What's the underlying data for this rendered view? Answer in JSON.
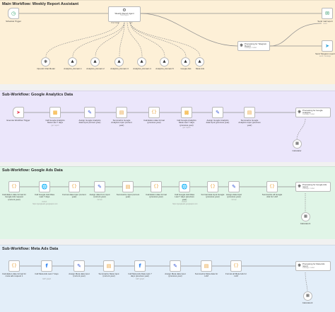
{
  "sections": {
    "main": {
      "title": "Main Workflow: Weekly Report Assistant",
      "bg": "#fdf0d7"
    },
    "ga": {
      "title": "Sub-Workflow: Google Analytics Data",
      "bg": "#ebe6fb"
    },
    "ads": {
      "title": "Sub-Workflow: Google Ads Data",
      "bg": "#e0f5e7"
    },
    "meta": {
      "title": "Sub-Workflow: Meta Ads Data",
      "bg": "#e3eef9"
    }
  },
  "main": {
    "trigger": {
      "label": "Schedule Trigger"
    },
    "agent": {
      "label": "Weekly Report Agent",
      "sub": "Tools Agent",
      "ports": [
        "Chat Model",
        "Tool"
      ]
    },
    "processing": {
      "label": "Processing for Telegram Report",
      "sub": "message: model"
    },
    "gmail": {
      "label": "Send mail report",
      "sub": "send"
    },
    "telegram": {
      "label": "Send Telegram report",
      "sub": "send: message"
    },
    "tools": [
      {
        "label": "OpenAI Chat Model"
      },
      {
        "label": "Analytics_Domain 1"
      },
      {
        "label": "Analytics_Domain 2"
      },
      {
        "label": "Analytics_Domain 3"
      },
      {
        "label": "Analytics_Domain 4"
      },
      {
        "label": "Analytics_Domain 5"
      },
      {
        "label": "Google Ads"
      },
      {
        "label": "Meta Ads"
      }
    ]
  },
  "ga": {
    "nodes": [
      {
        "label": "Execute Workflow Trigger",
        "sub": ""
      },
      {
        "label": "Call Google Analytics Meta Last 7 days",
        "sub": "get: report"
      },
      {
        "label": "Assign Google Analytics data input (current year)",
        "sub": ""
      },
      {
        "label": "Summarize Google Analytics input (current year)",
        "sub": ""
      },
      {
        "label": "Calculation date format (previous year)",
        "sub": ""
      },
      {
        "label": "Call Google Analytics Meta Last 7 days (previous year)",
        "sub": "get: report"
      },
      {
        "label": "Assign Google Analytics data input (previous year)",
        "sub": ""
      },
      {
        "label": "Summarize Google Analytics input (previous year)",
        "sub": ""
      }
    ],
    "processing": {
      "label": "Processing for Google Analytics",
      "sub": "message: model"
    },
    "calculator": {
      "label": "Calculator"
    }
  },
  "ads": {
    "nodes": [
      {
        "label": "Calculation date format for Google Ads request (current year)",
        "sub": ""
      },
      {
        "label": "Call Google Ads Meta Last 7 days",
        "sub": "POST: https://googleads.googleapis.com"
      },
      {
        "label": "Format data input (current year)",
        "sub": ""
      },
      {
        "label": "Assign data from input (current year)",
        "sub": "format"
      },
      {
        "label": "Summarize input (current year)",
        "sub": ""
      },
      {
        "label": "Calculation date format (previous year)",
        "sub": ""
      },
      {
        "label": "Call Google Ads Meta Last 7 days (previous year)",
        "sub": "POST: https://googleads.googleapis.com"
      },
      {
        "label": "Format data input Google (previous year)",
        "sub": ""
      },
      {
        "label": "Assign data input (previous year)",
        "sub": "format"
      },
      {
        "label": "Summarize all Google Ads for LLM",
        "sub": ""
      }
    ],
    "processing": {
      "label": "Processing for Google Ads report",
      "sub": "message: model"
    },
    "calculator": {
      "label": "Calculator1"
    }
  },
  "meta": {
    "nodes": [
      {
        "label": "Calculation date format for meta ads request 1",
        "sub": ""
      },
      {
        "label": "Call Meta Ads Last 7 days",
        "sub": "GET: graph"
      },
      {
        "label": "Assign Meta data input (current year)",
        "sub": ""
      },
      {
        "label": "Summarize Meta input (current year)",
        "sub": ""
      },
      {
        "label": "Call Meta Ads Data Last 7 days (previous year)",
        "sub": "GET: graph"
      },
      {
        "label": "Assign Meta data input (previous year)",
        "sub": ""
      },
      {
        "label": "Summarize Meta data for LLM",
        "sub": ""
      },
      {
        "label": "Format all Meta Ads for LLM",
        "sub": ""
      }
    ],
    "processing": {
      "label": "Processing for Meta Ads report",
      "sub": "message: model"
    },
    "calculator": {
      "label": "Calculator2"
    }
  },
  "colors": {
    "wire": "#8f8f8f",
    "schedule": "#37a872",
    "robot": "#444444",
    "gmail": "#1e8e5a",
    "telegram": "#2aa1da",
    "gaOrange": "#f4a81d",
    "pencil": "#3b5bd6",
    "summarize": "#e8a23b",
    "code": "#e8a23b",
    "webhook": "#4879e0",
    "meta": "#1877f2",
    "calc": "#555555",
    "execute": "#e6445a"
  }
}
